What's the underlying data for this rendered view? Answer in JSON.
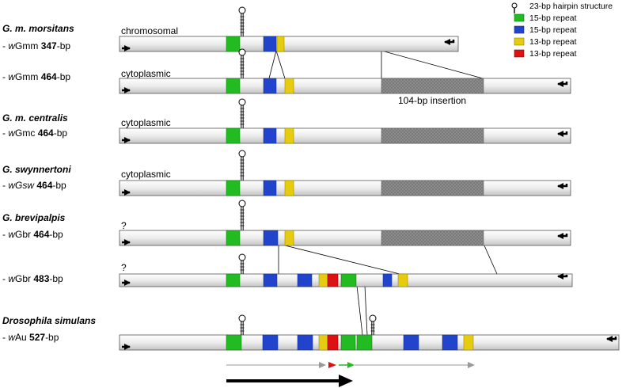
{
  "colors": {
    "green": "#22bb22",
    "blue": "#2244cc",
    "yellow": "#e6cc10",
    "red": "#dd1111",
    "insertion": "#8c8c8c",
    "bar": "#ececec",
    "arrow_gray": "#999999"
  },
  "legend": {
    "hairpin": "23-bp hairpin structure",
    "green": "15-bp repeat",
    "blue": "15-bp repeat",
    "yellow": "13-bp repeat",
    "red": "13-bp repeat"
  },
  "species": {
    "morsitans": "G. m. morsitans",
    "centralis": "G. m. centralis",
    "swynnertoni": "G. swynnertoni",
    "brevipalpis": "G. brevipalpis",
    "simulans": "Drosophila simulans"
  },
  "strains": {
    "gmm347": {
      "prefix": "- ",
      "w": "w",
      "name": "Gmm ",
      "size": "347",
      "suffix": "-bp"
    },
    "gmm464": {
      "prefix": "- ",
      "w": "w",
      "name": "Gmm ",
      "size": "464",
      "suffix": "-bp"
    },
    "gmc464": {
      "prefix": "- ",
      "w": "w",
      "name": "Gmc ",
      "size": "464",
      "suffix": "-bp"
    },
    "gsw464": {
      "prefix": "- ",
      "w": "w",
      "name": "Gsw ",
      "size": "464",
      "suffix": "-bp"
    },
    "gbr464": {
      "prefix": "- ",
      "w": "w",
      "name": "Gbr ",
      "size": "464",
      "suffix": "-bp"
    },
    "gbr483": {
      "prefix": "- ",
      "w": "w",
      "name": "Gbr ",
      "size": "483",
      "suffix": "-bp"
    },
    "au527": {
      "prefix": "- ",
      "w": "w",
      "name": "Au ",
      "size": "527",
      "suffix": "-bp"
    }
  },
  "locations": {
    "chromosomal": "chromosomal",
    "cytoplasmic": "cytoplasmic",
    "unknown": "?"
  },
  "insertion_label": "104-bp insertion"
}
